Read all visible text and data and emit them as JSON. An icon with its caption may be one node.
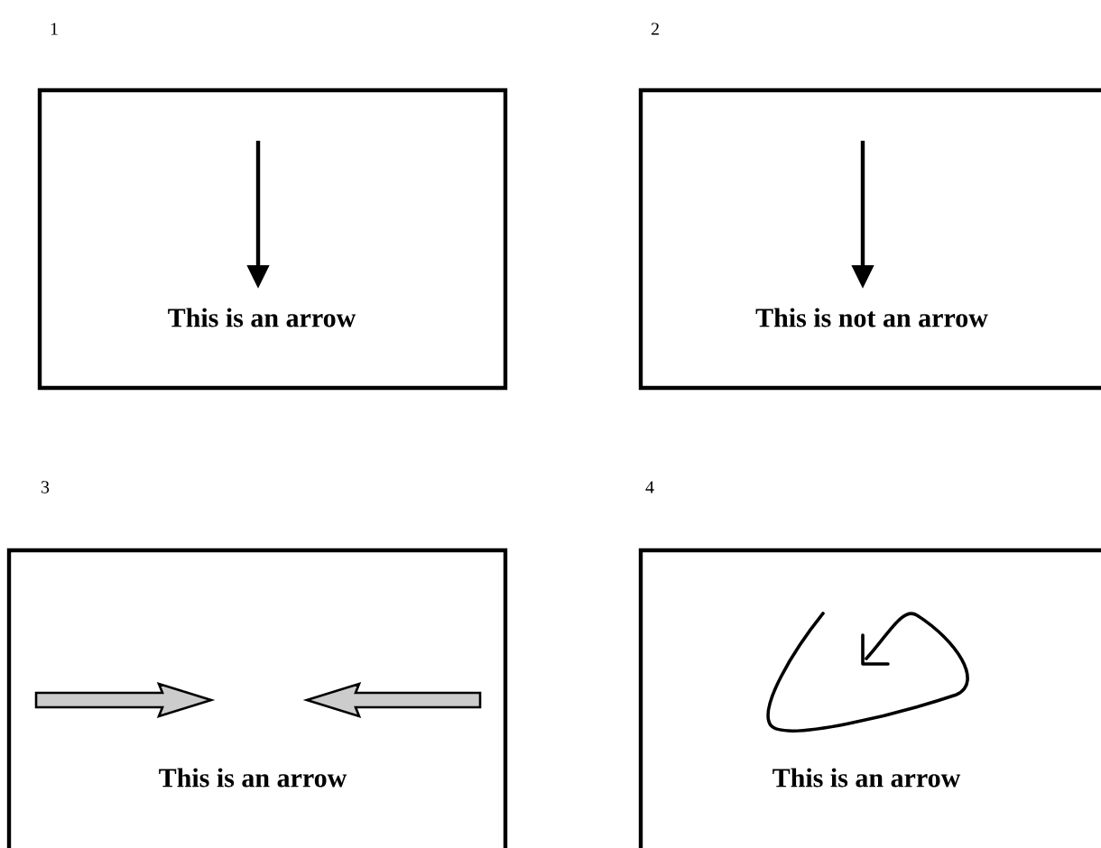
{
  "diagram": {
    "nodes": [
      {
        "text": [
          "This is an arrow"
        ],
        "beside": [
          "1"
        ]
      },
      {
        "text": [
          "This is not an arrow"
        ],
        "beside": [
          "2"
        ]
      },
      {
        "text": [
          "This is an arrow"
        ],
        "beside": [
          "3"
        ]
      },
      {
        "text": [
          "This is an arrow"
        ],
        "beside": [
          "4"
        ]
      }
    ]
  }
}
